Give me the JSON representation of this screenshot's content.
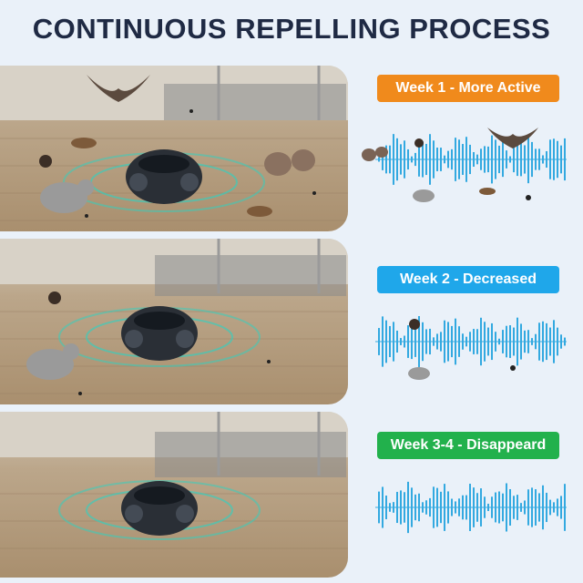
{
  "title": "CONTINUOUS REPELLING PROCESS",
  "stages": [
    {
      "label": "Week 1 - More Active",
      "color": "#f08a1c"
    },
    {
      "label": "Week 2 - Decreased",
      "color": "#1fa7ea"
    },
    {
      "label": "Week 3-4 - Disappeard",
      "color": "#22b14c"
    }
  ],
  "colors": {
    "wave": "#33a9e0",
    "background": "#eaf1f9",
    "title": "#1f2a44"
  },
  "icons": [
    "bat-icon",
    "mouse-icon",
    "cockroach-icon",
    "spider-icon",
    "ant-icon",
    "repeller-device-icon"
  ]
}
